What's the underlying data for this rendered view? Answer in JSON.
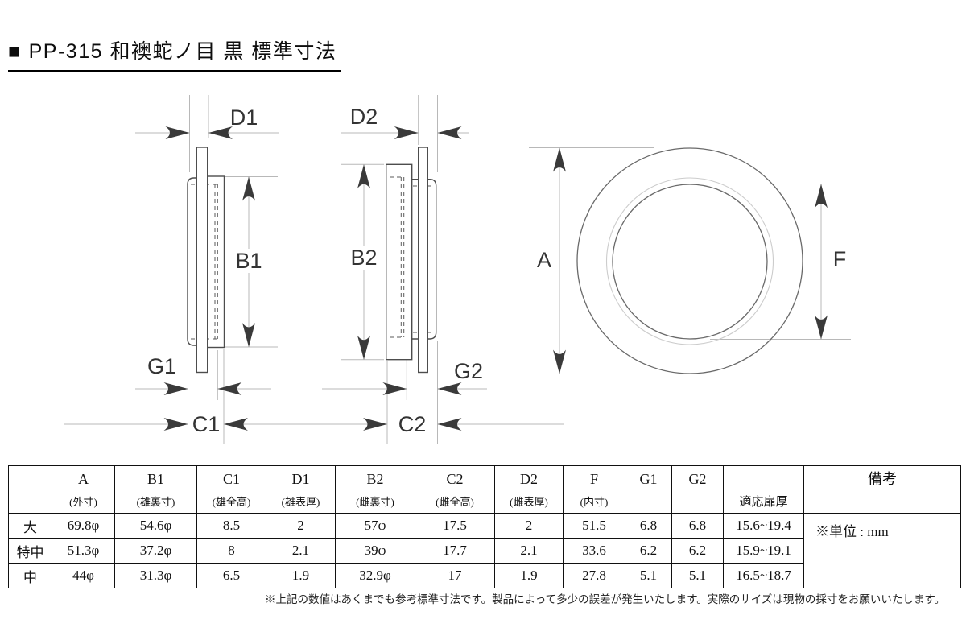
{
  "title": {
    "bullet": "■",
    "text": "PP-315 和襖蛇ノ目 黒 標準寸法"
  },
  "diagrams": {
    "male": {
      "d": "D1",
      "b": "B1",
      "g": "G1",
      "c": "C1"
    },
    "female": {
      "d": "D2",
      "b": "B2",
      "g": "G2",
      "c": "C2"
    },
    "front": {
      "a": "A",
      "f": "F"
    }
  },
  "table": {
    "columns": [
      {
        "key": "",
        "sub": ""
      },
      {
        "key": "A",
        "sub": "(外寸)"
      },
      {
        "key": "B1",
        "sub": "(雄裏寸)"
      },
      {
        "key": "C1",
        "sub": "(雄全高)"
      },
      {
        "key": "D1",
        "sub": "(雄表厚)"
      },
      {
        "key": "B2",
        "sub": "(雌裏寸)"
      },
      {
        "key": "C2",
        "sub": "(雌全高)"
      },
      {
        "key": "D2",
        "sub": "(雌表厚)"
      },
      {
        "key": "F",
        "sub": "(内寸)"
      },
      {
        "key": "G1",
        "sub": ""
      },
      {
        "key": "G2",
        "sub": ""
      },
      {
        "key": "",
        "sub": "適応扉厚"
      },
      {
        "key": "備考",
        "sub": ""
      }
    ],
    "rows": [
      {
        "label": "大",
        "values": [
          "69.8φ",
          "54.6φ",
          "8.5",
          "2",
          "57φ",
          "17.5",
          "2",
          "51.5",
          "6.8",
          "6.8",
          "15.6~19.4"
        ]
      },
      {
        "label": "特中",
        "values": [
          "51.3φ",
          "37.2φ",
          "8",
          "2.1",
          "39φ",
          "17.7",
          "2.1",
          "33.6",
          "6.2",
          "6.2",
          "15.9~19.1"
        ]
      },
      {
        "label": "中",
        "values": [
          "44φ",
          "31.3φ",
          "6.5",
          "1.9",
          "32.9φ",
          "17",
          "1.9",
          "27.8",
          "5.1",
          "5.1",
          "16.5~18.7"
        ]
      }
    ],
    "remarks_note": "※単位 : mm"
  },
  "footnote": "※上記の数値はあくまでも参考標準寸法です。製品によって多少の誤差が発生いたします。実際のサイズは現物の採寸をお願いいたします。",
  "colors": {
    "outline": "#4d4d4d",
    "dim_line": "#b8b8b8",
    "arrow": "#3a3a3a",
    "dashed": "#5a5a5a"
  }
}
